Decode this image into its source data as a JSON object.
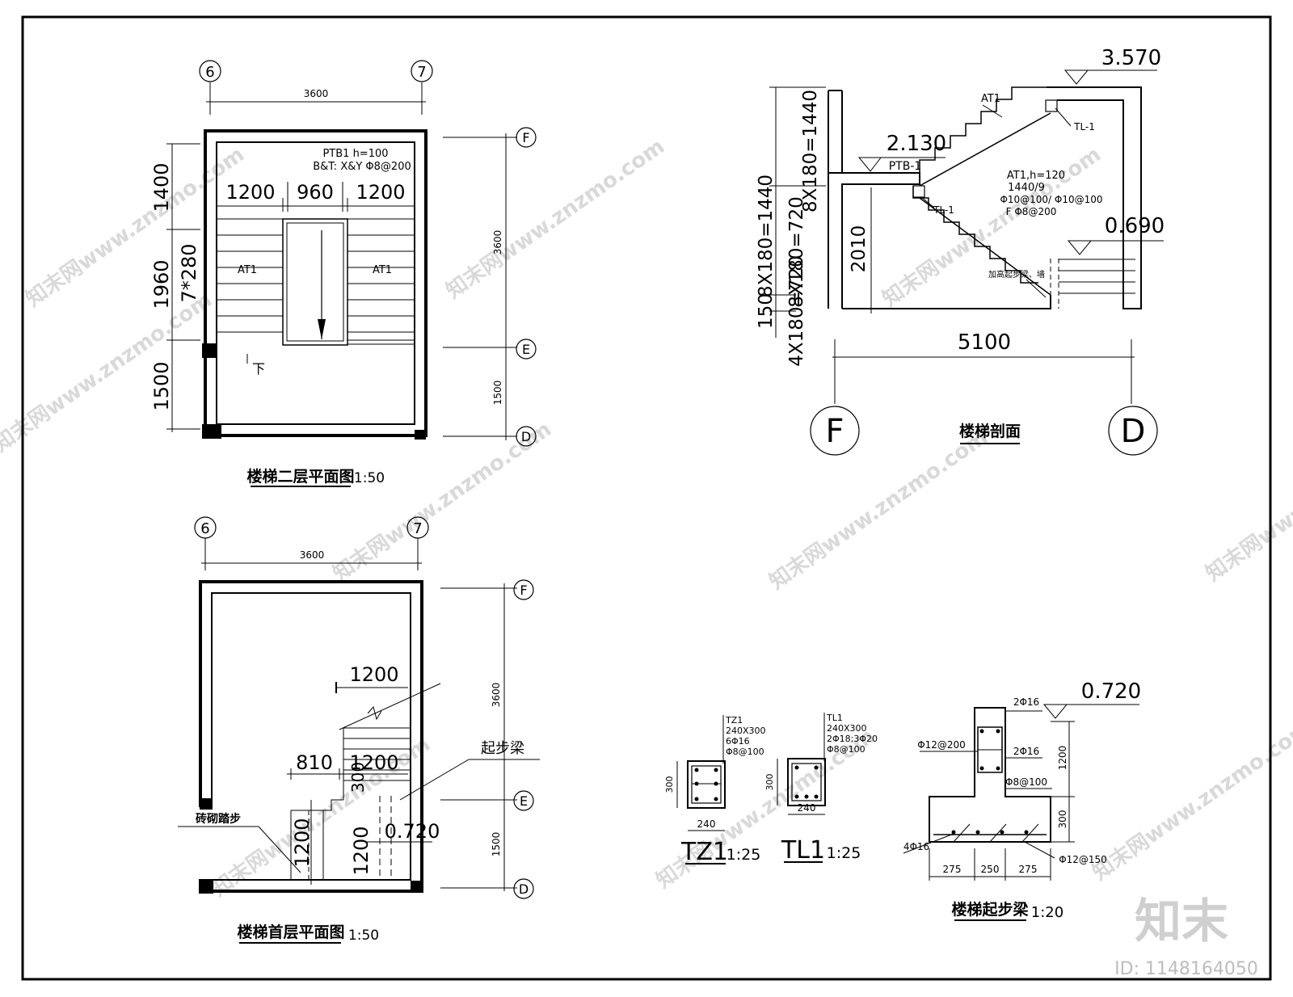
{
  "watermark": {
    "text": "知末网www.znzmo.com",
    "logo": "知末",
    "id_label": "ID: 1148164050"
  },
  "axes": {
    "a6": "6",
    "a7": "7",
    "aF": "F",
    "aE": "E",
    "aD": "D"
  },
  "plan2": {
    "title": "楼梯二层平面图",
    "scale": "1:50",
    "dim_width": "3600",
    "dim_right_top": "3600",
    "dim_right_bottom": "1500",
    "dim_left": [
      "1400",
      "1960",
      "7*280",
      "1500"
    ],
    "dim_inner": [
      "1200",
      "960",
      "1200"
    ],
    "ptb_line1": "PTB1  h=100",
    "ptb_line2": "B&T: X&Y Φ8@200",
    "flight_left": "AT1",
    "flight_right": "AT1",
    "down": "下"
  },
  "plan1": {
    "title": "楼梯首层平面图",
    "scale": "1:50",
    "dim_width": "3600",
    "dim_right_top": "3600",
    "dim_right_bottom": "1500",
    "dim_1200_top": "1200",
    "dim_810": "810",
    "dim_1200_mid": "1200",
    "dim_300": "300",
    "dim_1200_a": "1200",
    "dim_1200_b": "1200",
    "level": "0.720",
    "label_beam": "起步梁",
    "label_brick": "砖砌踏步"
  },
  "section": {
    "title": "楼梯剖面",
    "level_top": "3.570",
    "level_mid": "2.130",
    "level_low": "0.690",
    "dim_upper": "8X180=1440",
    "dim_lower_a": "8X180=1440",
    "dim_lower_b": "8X180=720",
    "dim_lower_b2": "4X180=720",
    "dim_150": "150",
    "dim_2010": "2010",
    "dim_5100": "5100",
    "at1": "AT1",
    "tl1_a": "TL-1",
    "tl1_b": "TL-1",
    "ptb": "PTB-1",
    "note1": "AT1,h=120",
    "note2": "1440/9",
    "note3": "Φ10@100/ Φ10@100",
    "note4": "F Φ8@200",
    "note_wall": "加高起步梁、墙"
  },
  "tz1": {
    "title": "TZ1",
    "scale": "1:25",
    "l1": "TZ1",
    "l2": "240X300",
    "l3": "6Φ16",
    "l4": "Φ8@100",
    "w": "240",
    "h": "300"
  },
  "tl1": {
    "title": "TL1",
    "scale": "1:25",
    "l1": "TL1",
    "l2": "240X300",
    "l3": "2Φ18;3Φ20",
    "l4": "Φ8@100",
    "w": "240",
    "h": "300"
  },
  "beam": {
    "title": "楼梯起步梁",
    "scale": "1:20",
    "level": "0.720",
    "top_bars": "2Φ16",
    "mid_bars": "2Φ16",
    "stirrup": "Φ12@200",
    "stirrup2": "Φ8@100",
    "bottom": "4Φ16",
    "bottom2": "Φ12@150",
    "h1": "1200",
    "h2": "300",
    "w1": "275",
    "w2": "250",
    "w3": "275"
  }
}
